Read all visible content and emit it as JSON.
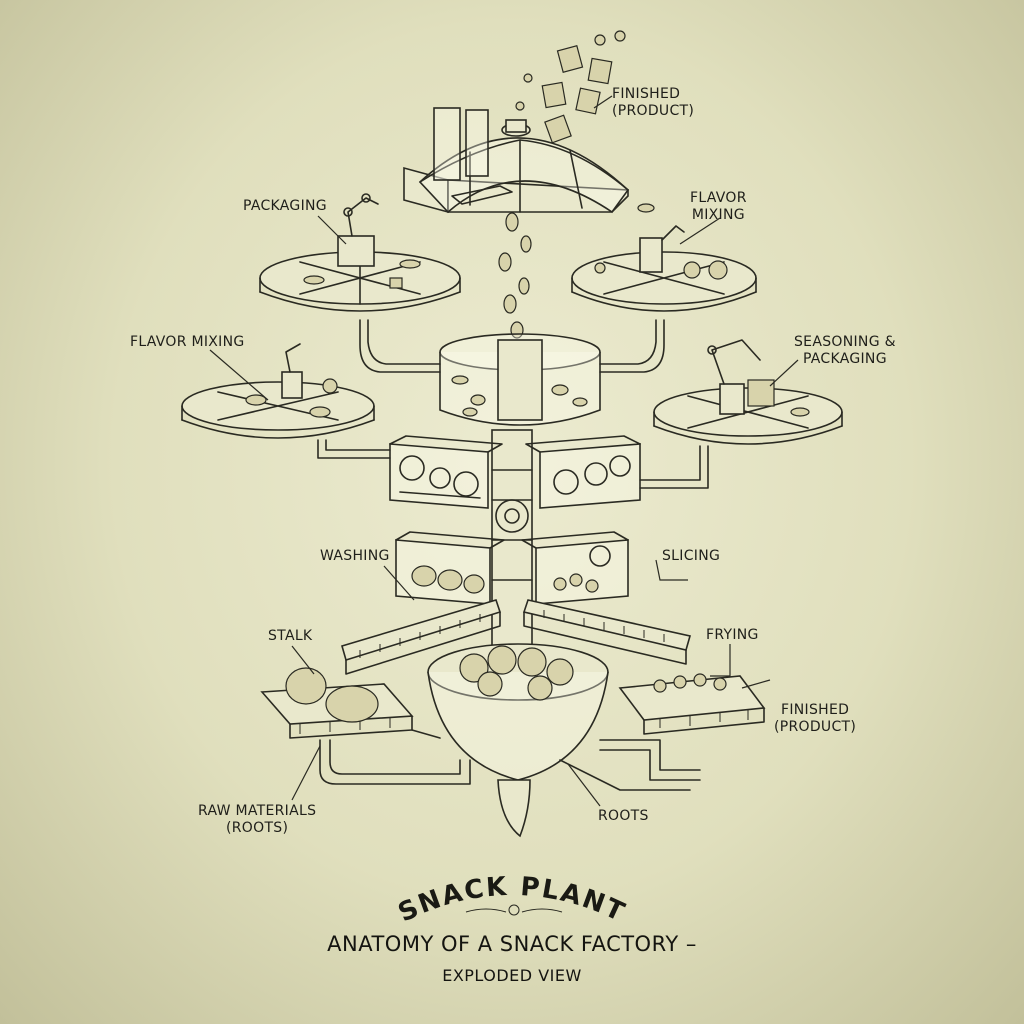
{
  "title": {
    "brand": "SNACK PLANT",
    "main": "ANATOMY OF A SNACK FACTORY –",
    "sub": "EXPLODED VIEW"
  },
  "labels": {
    "finished_top": {
      "line1": "FINISHED",
      "line2": "(PRODUCT)"
    },
    "packaging": "PACKAGING",
    "flavor_mixing_right": {
      "line1": "FLAVOR",
      "line2": "MIXING"
    },
    "flavor_mixing_left": "FLAVOR MIXING",
    "seasoning_packaging": {
      "line1": "SEASONING &",
      "line2": "PACKAGING"
    },
    "washing": "WASHING",
    "slicing": "SLICING",
    "stalk": "STALK",
    "frying": "FRYING",
    "finished_bottom": {
      "line1": "FINISHED",
      "line2": "(PRODUCT)"
    },
    "raw_materials": {
      "line1": "RAW MATERIALS",
      "line2": "(ROOTS)"
    },
    "roots": "ROOTS"
  },
  "colors": {
    "paper": "#e0dfbd",
    "ink": "#2a2a22"
  }
}
